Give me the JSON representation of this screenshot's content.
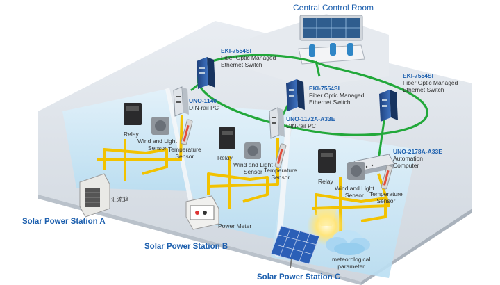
{
  "title": "Central Control Room",
  "switches": [
    {
      "model": "EKI-7554SI",
      "desc": [
        "Fiber Optic Managed",
        "Ethernet Switch"
      ]
    },
    {
      "model": "EKI-7554SI",
      "desc": [
        "Fiber Optic Managed",
        "Ethernet Switch"
      ]
    },
    {
      "model": "EKI-7554SI",
      "desc": [
        "Fiber Optic Managed",
        "Ethernet Switch"
      ]
    }
  ],
  "pcs": [
    {
      "model": "UNO-1140",
      "desc": "DIN-rail PC"
    },
    {
      "model": "UNO-1172A-A33E",
      "desc": "DIN-rail PC"
    },
    {
      "model": "UNO-2178A-A33E",
      "desc": [
        "Automation",
        "Computer"
      ]
    }
  ],
  "stations": [
    {
      "name": "Solar Power Station A",
      "relay": "Relay",
      "wind": [
        "Wind and Light",
        "Sensor"
      ],
      "temp": [
        "Temperature",
        "Sensor"
      ]
    },
    {
      "name": "Solar Power Station B",
      "relay": "Relay",
      "wind": [
        "Wind and Light",
        "Sensor"
      ],
      "temp": [
        "Temperature",
        "Sensor"
      ]
    },
    {
      "name": "Solar Power Station C",
      "relay": "Relay",
      "wind": [
        "Wind and Light",
        "Sensor"
      ],
      "temp": [
        "Temperature",
        "Sensor"
      ]
    }
  ],
  "combiner_box": "汇流箱",
  "power_meter": "Power Meter",
  "meteo": [
    "meteorological",
    "parameter"
  ],
  "colors": {
    "network": "#22a83a",
    "field_bus": "#f2c200",
    "brand_blue": "#1c5fae",
    "floor": "#dde3ea",
    "station_tint": "#c7e6f6"
  }
}
